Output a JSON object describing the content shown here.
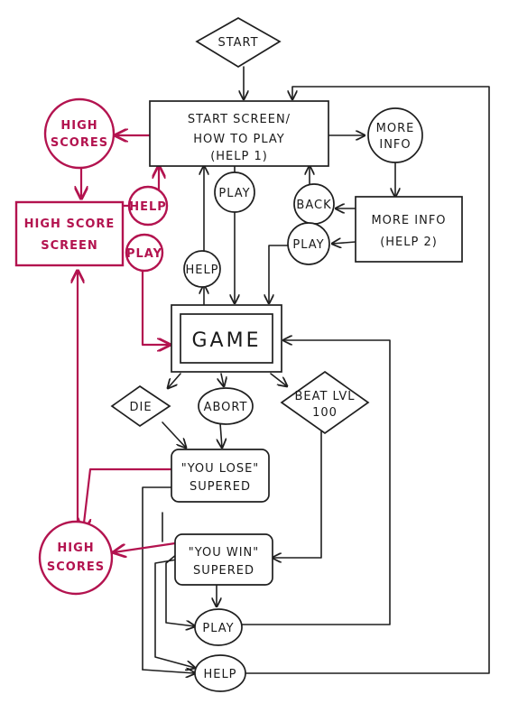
{
  "colors": {
    "ink": "#1f1f1f",
    "accent": "#b3134f",
    "paper": "#ffffff"
  },
  "nodes": {
    "start": "START",
    "start_screen": [
      "START SCREEN/",
      "HOW TO PLAY",
      "(HELP 1)"
    ],
    "high_scores_top": [
      "HIGH",
      "SCORES"
    ],
    "more_info_circle": [
      "MORE",
      "INFO"
    ],
    "help_pink": "HELP",
    "high_score_screen": [
      "HIGH SCORE",
      "SCREEN"
    ],
    "play_pink": "PLAY",
    "play_1": "PLAY",
    "back": "BACK",
    "more_info_box": [
      "MORE INFO",
      "(HELP 2)"
    ],
    "play_2": "PLAY",
    "help_1": "HELP",
    "game": "GAME",
    "die": "DIE",
    "abort": "ABORT",
    "beat_lvl": [
      "BEAT LVL",
      "100"
    ],
    "you_lose": [
      "\"YOU LOSE\"",
      "SUPERED"
    ],
    "you_win": [
      "\"YOU WIN\"",
      "SUPERED"
    ],
    "high_scores_bottom": [
      "HIGH",
      "SCORES"
    ],
    "play_3": "PLAY",
    "help_2": "HELP"
  }
}
